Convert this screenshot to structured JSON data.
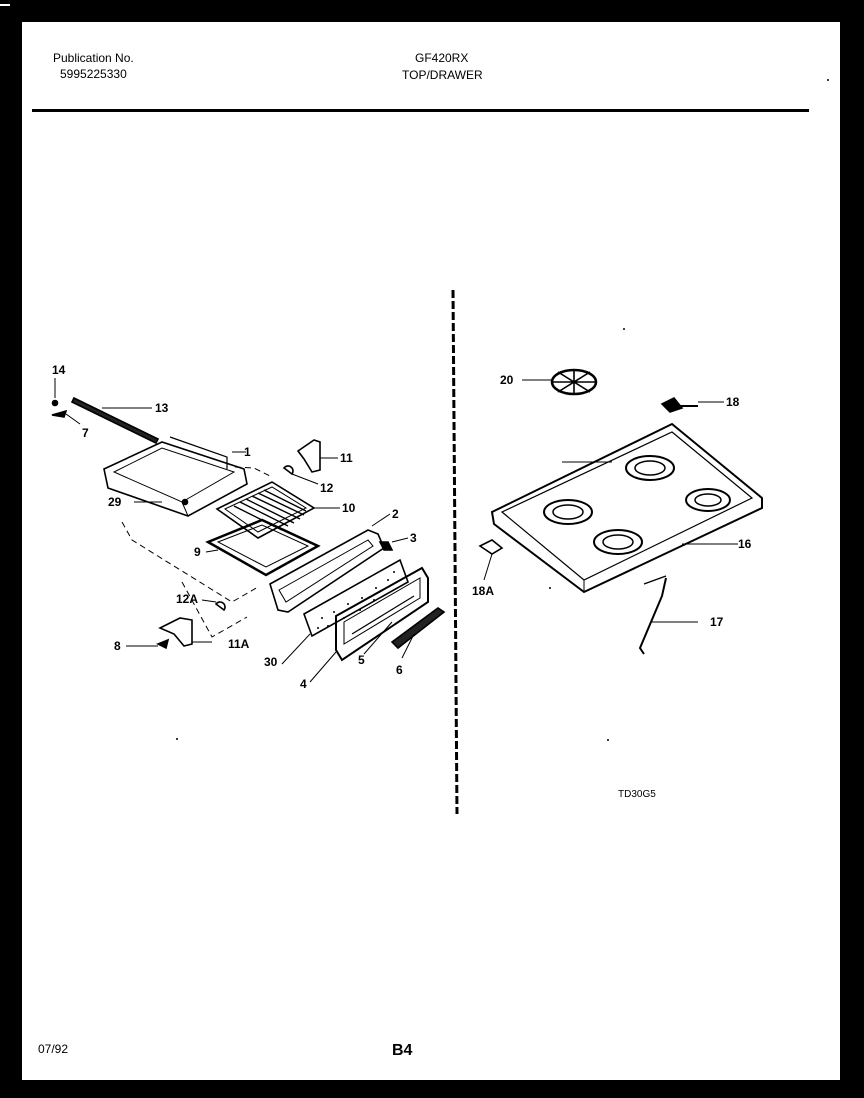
{
  "header": {
    "publication_label": "Publication No.",
    "publication_number": "5995225330",
    "model": "GF420RX",
    "section": "TOP/DRAWER"
  },
  "footer": {
    "date": "07/92",
    "page": "B4",
    "drawing_code": "TD30G5"
  },
  "callouts": {
    "c1": "1",
    "c2": "2",
    "c3": "3",
    "c4": "4",
    "c5": "5",
    "c6": "6",
    "c7": "7",
    "c8": "8",
    "c9": "9",
    "c10": "10",
    "c11": "11",
    "c11a": "11A",
    "c12": "12",
    "c12a": "12A",
    "c13": "13",
    "c14": "14",
    "c16": "16",
    "c17": "17",
    "c18": "18",
    "c18a": "18A",
    "c20": "20",
    "c29": "29",
    "c30": "30"
  }
}
